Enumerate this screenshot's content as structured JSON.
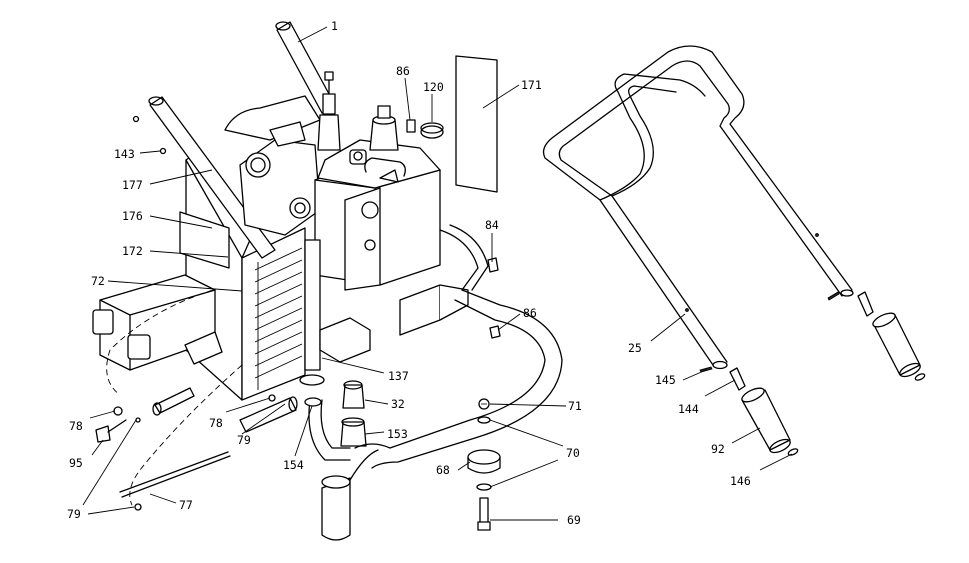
{
  "callouts": [
    {
      "id": "c1",
      "label": "1"
    },
    {
      "id": "c86a",
      "label": "86"
    },
    {
      "id": "c120",
      "label": "120"
    },
    {
      "id": "c171",
      "label": "171"
    },
    {
      "id": "c143",
      "label": "143"
    },
    {
      "id": "c177",
      "label": "177"
    },
    {
      "id": "c176",
      "label": "176"
    },
    {
      "id": "c172",
      "label": "172"
    },
    {
      "id": "c72",
      "label": "72"
    },
    {
      "id": "c84",
      "label": "84"
    },
    {
      "id": "c86b",
      "label": "86"
    },
    {
      "id": "c137",
      "label": "137"
    },
    {
      "id": "c32",
      "label": "32"
    },
    {
      "id": "c153",
      "label": "153"
    },
    {
      "id": "c154",
      "label": "154"
    },
    {
      "id": "c71",
      "label": "71"
    },
    {
      "id": "c70",
      "label": "70"
    },
    {
      "id": "c68",
      "label": "68"
    },
    {
      "id": "c69",
      "label": "69"
    },
    {
      "id": "c78a",
      "label": "78"
    },
    {
      "id": "c95",
      "label": "95"
    },
    {
      "id": "c78b",
      "label": "78"
    },
    {
      "id": "c79a",
      "label": "79"
    },
    {
      "id": "c79b",
      "label": "79"
    },
    {
      "id": "c77",
      "label": "77"
    },
    {
      "id": "c25",
      "label": "25"
    },
    {
      "id": "c145",
      "label": "145"
    },
    {
      "id": "c144",
      "label": "144"
    },
    {
      "id": "c92",
      "label": "92"
    },
    {
      "id": "c146",
      "label": "146"
    }
  ]
}
